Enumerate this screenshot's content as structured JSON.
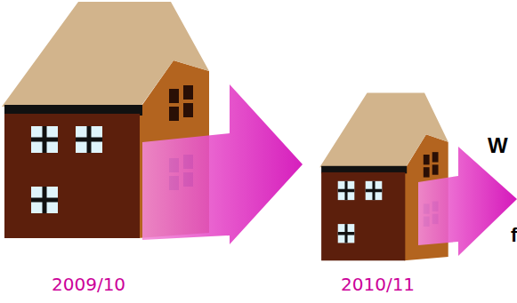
{
  "diagram": {
    "nodes": [
      {
        "text": [
          "2009/10"
        ]
      },
      {
        "text": [
          "2010/11"
        ]
      }
    ],
    "edges": [
      {
        "from": 0,
        "to": 1,
        "arrow": "to"
      }
    ],
    "labels": [
      "W",
      "f"
    ]
  }
}
